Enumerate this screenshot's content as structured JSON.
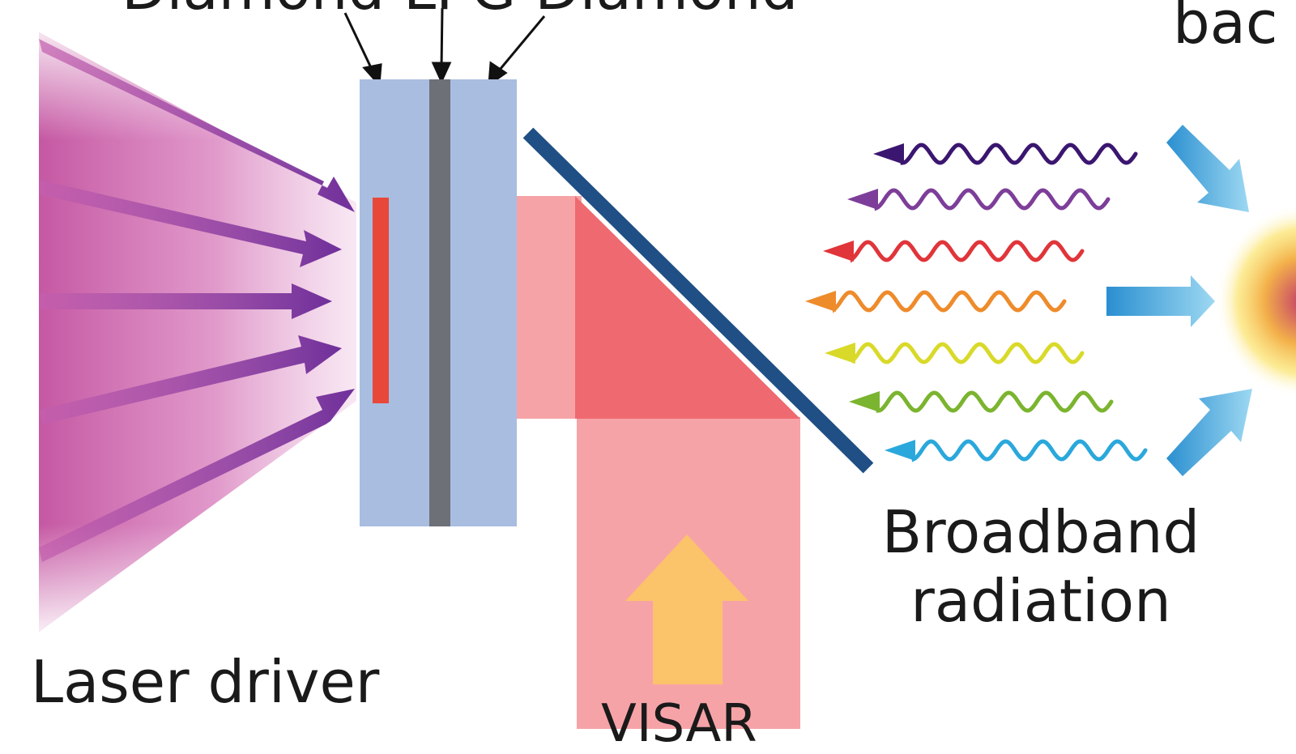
{
  "labels": {
    "top": "Diamond LPG Diamond",
    "laser_driver": "Laser driver",
    "broadband": "Broadband radiation",
    "visar": "VISAR",
    "backlighter_partial": "bac"
  },
  "colors": {
    "laser_glow": "#d15fae",
    "laser_arrow": "#7a3aa0",
    "diamond": "#a9bde0",
    "center_layer": "#6e7078",
    "heated_layer": "#e8483a",
    "probe_beam_light": "#f6a3a7",
    "probe_beam_dark": "#ee6a70",
    "mirror": "#1f4f84",
    "visar_arrow": "#fbc36a",
    "backlight_arrow": "#35a6de"
  },
  "wave_colors": [
    "#3b1670",
    "#7d3e99",
    "#e0353a",
    "#ee8b2b",
    "#d9d92a",
    "#7bb42f",
    "#2aa8dc"
  ]
}
